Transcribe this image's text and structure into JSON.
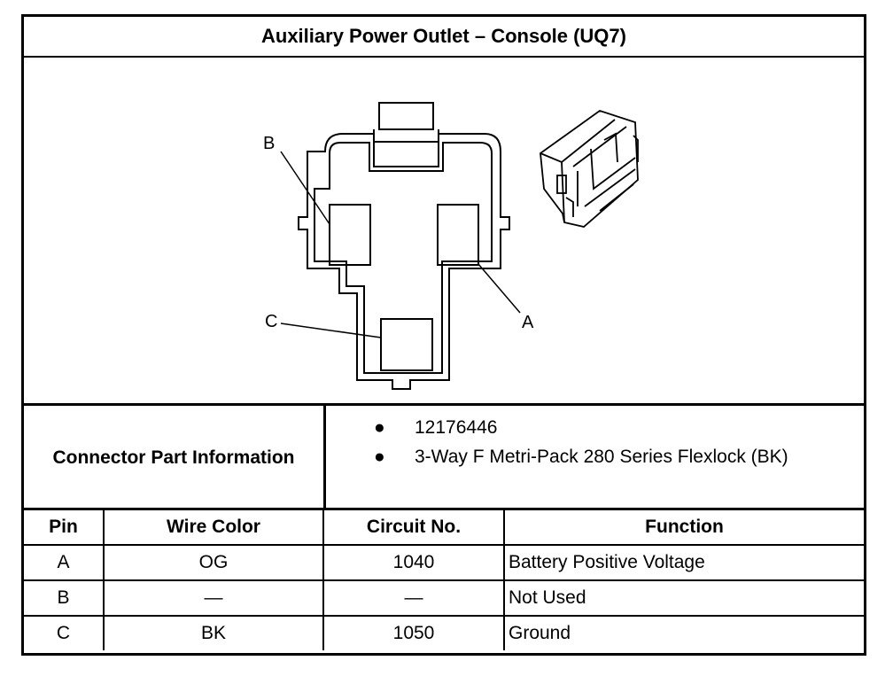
{
  "title": "Auxiliary Power Outlet – Console (UQ7)",
  "figure": {
    "callouts": [
      "B",
      "A",
      "C"
    ],
    "icons": [
      "connector-face-diagram",
      "connector-3d-view"
    ]
  },
  "connector_info": {
    "label": "Connector Part Information",
    "items": [
      "12176446",
      "3-Way F Metri-Pack 280 Series Flexlock (BK)"
    ]
  },
  "table": {
    "headers": [
      "Pin",
      "Wire Color",
      "Circuit No.",
      "Function"
    ],
    "rows": [
      [
        "A",
        "OG",
        "1040",
        "Battery Positive Voltage"
      ],
      [
        "B",
        "—",
        "—",
        "Not Used"
      ],
      [
        "C",
        "BK",
        "1050",
        "Ground"
      ]
    ]
  }
}
